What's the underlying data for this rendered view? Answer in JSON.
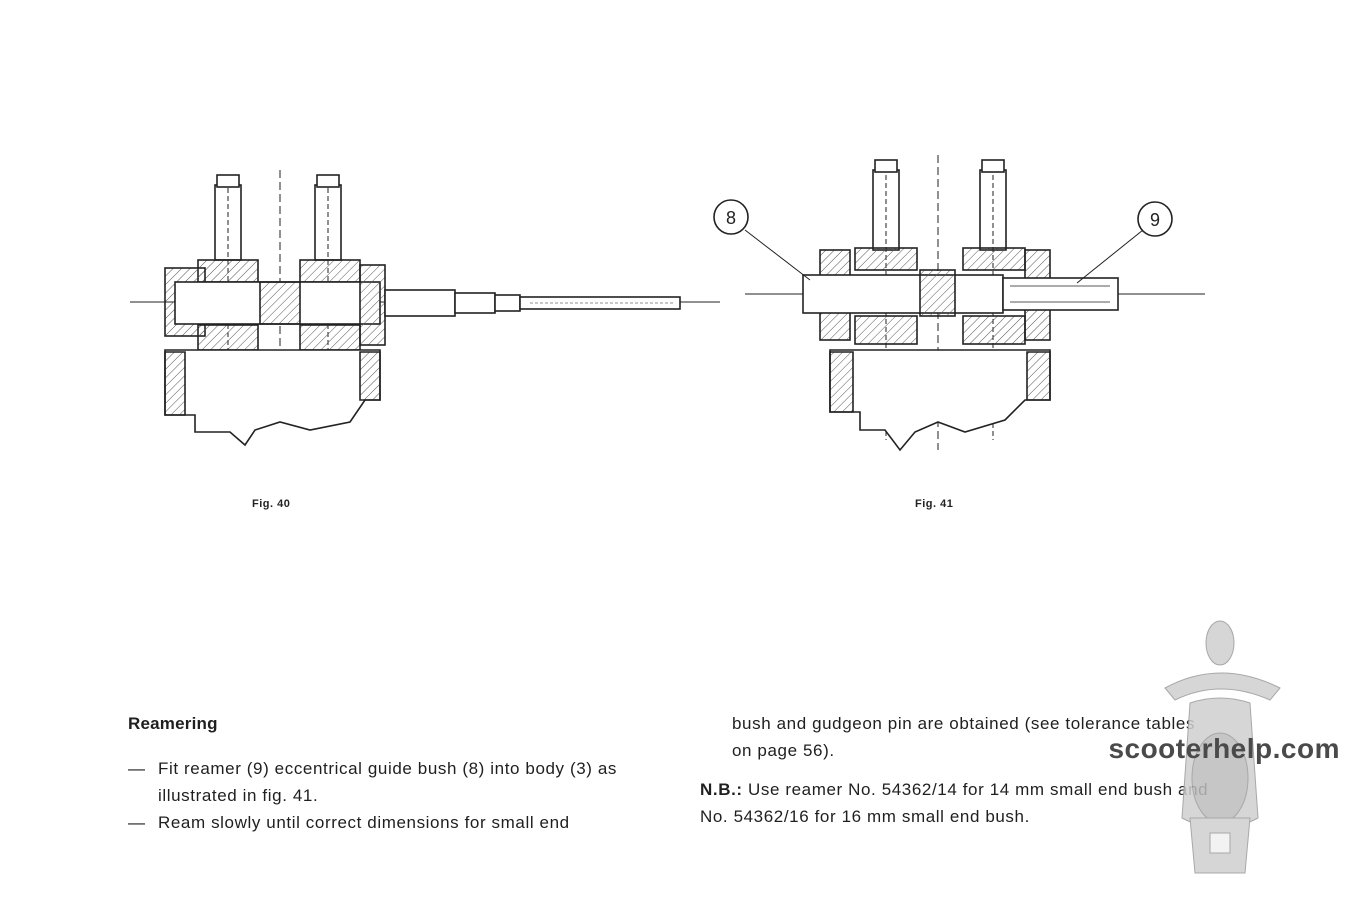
{
  "figures": [
    {
      "caption": "Fig. 40"
    },
    {
      "caption": "Fig. 41",
      "callouts": [
        "8",
        "9"
      ]
    }
  ],
  "section": {
    "heading": "Reamering",
    "items": [
      {
        "dash": "—",
        "text": "Fit reamer (9) eccentrical guide bush (8) into body (3) as illustrated in fig. 41."
      },
      {
        "dash": "—",
        "text": "Ream slowly until correct dimensions for small end"
      }
    ],
    "continuation": "bush and gudgeon pin are obtained (see tolerance tables on page 56).",
    "note": {
      "label": "N.B.:",
      "text": "Use reamer No. 54362/14 for 14 mm small end bush and No. 54362/16 for 16 mm small end bush."
    }
  },
  "watermark": "scooterhelp.com"
}
